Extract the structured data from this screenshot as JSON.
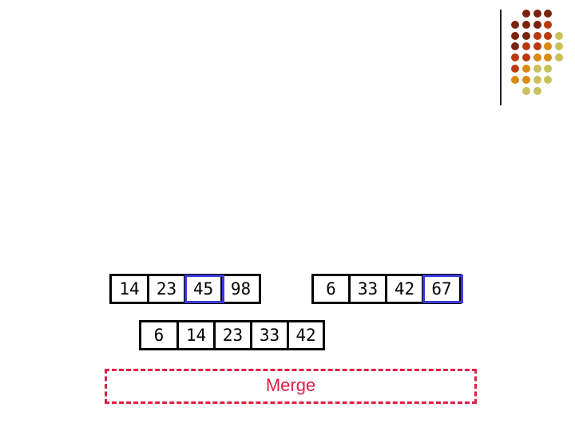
{
  "decoration": {
    "dot_colors": [
      "#7a2410",
      "#b83a0e",
      "#d98a10",
      "#c8c05a"
    ]
  },
  "left_array": {
    "values": [
      "14",
      "23",
      "45",
      "98"
    ],
    "highlighted_index": 2
  },
  "right_array": {
    "values": [
      "6",
      "33",
      "42",
      "67"
    ],
    "highlighted_index": 3
  },
  "merged_array": {
    "values": [
      "6",
      "14",
      "23",
      "33",
      "42"
    ]
  },
  "merge_label": "Merge",
  "colors": {
    "highlight": "#3b3bd6",
    "merge_dashed": "#dc1f46"
  }
}
